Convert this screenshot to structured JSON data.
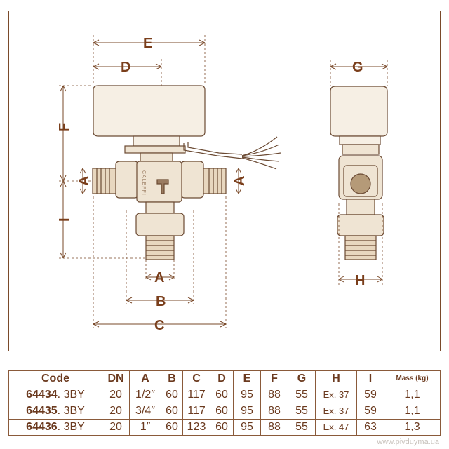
{
  "dimension_labels": {
    "A": "A",
    "B": "B",
    "C": "C",
    "D": "D",
    "E": "E",
    "F": "F",
    "G": "G",
    "H": "H",
    "I": "I"
  },
  "brand": "CALEFFI",
  "table": {
    "headers": [
      "Code",
      "DN",
      "A",
      "B",
      "C",
      "D",
      "E",
      "F",
      "G",
      "H",
      "I",
      "Mass (kg)"
    ],
    "rows": [
      {
        "code_bold": "64434",
        "code_rest": ". 3BY",
        "dn": "20",
        "a": "1/2″",
        "b": "60",
        "c": "117",
        "d": "60",
        "e": "95",
        "f": "88",
        "g": "55",
        "h": "Ex. 37",
        "i": "59",
        "mass": "1,1"
      },
      {
        "code_bold": "64435",
        "code_rest": ". 3BY",
        "dn": "20",
        "a": "3/4″",
        "b": "60",
        "c": "117",
        "d": "60",
        "e": "95",
        "f": "88",
        "g": "55",
        "h": "Ex. 37",
        "i": "59",
        "mass": "1,1"
      },
      {
        "code_bold": "64436",
        "code_rest": ". 3BY",
        "dn": "20",
        "a": "1″",
        "b": "60",
        "c": "123",
        "d": "60",
        "e": "95",
        "f": "88",
        "g": "55",
        "h": "Ex. 47",
        "i": "63",
        "mass": "1,3"
      }
    ]
  },
  "watermark": "www.pivduyma.ua"
}
